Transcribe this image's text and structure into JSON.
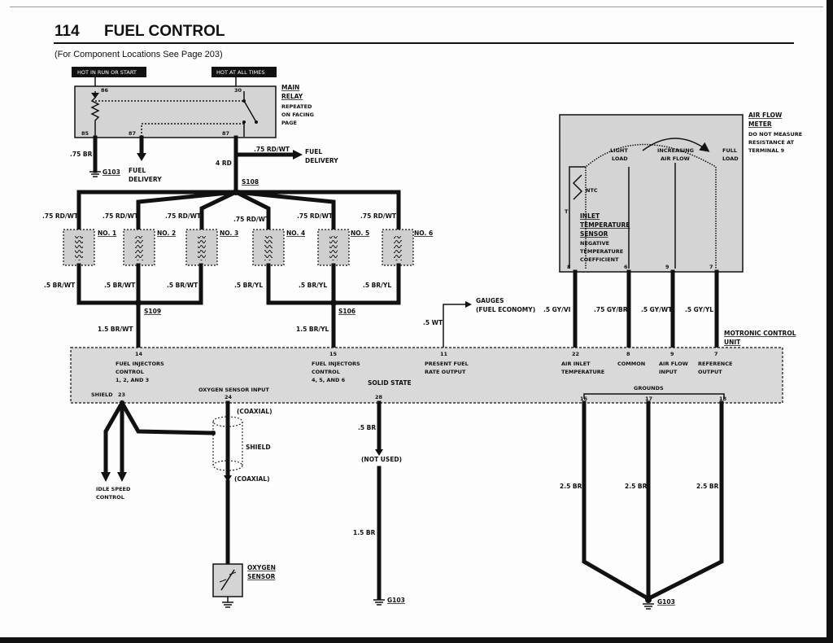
{
  "header": {
    "page_number": "114",
    "title": "FUEL CONTROL",
    "note": "(For Component Locations See Page 203)"
  },
  "relay": {
    "tag_hot_run": "HOT IN RUN OR START",
    "tag_hot_all": "HOT AT ALL TIMES",
    "label_lines": [
      "MAIN",
      "RELAY",
      "REPEATED",
      "ON FACING",
      "PAGE"
    ],
    "pins": [
      "86",
      "85",
      "87",
      "87",
      "30"
    ],
    "wire_85": ".75 BR",
    "ground_85": "G103",
    "fuel_delivery": [
      "FUEL",
      "DELIVERY"
    ],
    "wire_out": "4 RD",
    "wire_branch": ".75 RD/WT",
    "fuel_delivery_right": [
      "FUEL",
      "DELIVERY"
    ]
  },
  "splices": {
    "s108": "S108",
    "s109": "S109",
    "s106": "S106"
  },
  "injectors": {
    "labels": [
      "NO. 1",
      "NO. 2",
      "NO. 3",
      "NO. 4",
      "NO. 5",
      "NO. 6"
    ],
    "feed_wires": [
      ".75 RD/WT",
      ".75 RD/WT",
      ".75 RD/WT",
      ".75 RD/WT",
      ".75 RD/WT",
      ".75 RD/WT"
    ],
    "return_wires": [
      ".5 BR/WT",
      ".5 BR/WT",
      ".5 BR/WT",
      ".5 BR/YL",
      ".5 BR/YL",
      ".5 BR/YL"
    ],
    "bank1_wire": "1.5 BR/WT",
    "bank2_wire": "1.5 BR/YL"
  },
  "afm": {
    "label_lines": [
      "AIR FLOW",
      "METER",
      "DO NOT MEASURE",
      "RESISTANCE AT",
      "TERMINAL 9"
    ],
    "light_load": [
      "LIGHT",
      "LOAD"
    ],
    "full_load": [
      "FULL",
      "LOAD"
    ],
    "increasing": [
      "INCREASING",
      "AIR FLOW"
    ],
    "ntc": "NTC",
    "t": "T",
    "sensor_lines": [
      "INLET",
      "TEMPERATURE",
      "SENSOR",
      "NEGATIVE",
      "TEMPERATURE",
      "COEFFICIENT"
    ],
    "pins": [
      "8",
      "6",
      "9",
      "7"
    ],
    "wires": [
      ".5 GY/VI",
      ".75 GY/BR",
      ".5 GY/WT",
      ".5 GY/YL"
    ]
  },
  "gauges": {
    "label": [
      "GAUGES",
      "(FUEL ECONOMY)"
    ],
    "wire": ".5 WT"
  },
  "ecu": {
    "label": [
      "MOTRONIC CONTROL",
      "UNIT"
    ],
    "solid_state": "SOLID STATE",
    "pins": {
      "p14": "14",
      "p15": "15",
      "p11": "11",
      "p22": "22",
      "p8": "8",
      "p9": "9",
      "p7": "7",
      "p23": "23",
      "p24": "24",
      "p28": "28",
      "p16": "16",
      "p17": "17",
      "p18": "18"
    },
    "term_inj1": [
      "FUEL INJECTORS",
      "CONTROL",
      "1, 2, AND 3"
    ],
    "term_inj2": [
      "FUEL INJECTORS",
      "CONTROL",
      "4, 5, AND 6"
    ],
    "term_fuel_rate": [
      "PRESENT FUEL",
      "RATE OUTPUT"
    ],
    "term_air_inlet": [
      "AIR INLET",
      "TEMPERATURE"
    ],
    "term_common": "COMMON",
    "term_af_input": [
      "AIR FLOW",
      "INPUT"
    ],
    "term_reference": [
      "REFERENCE",
      "OUTPUT"
    ],
    "shield": "SHIELD",
    "o2_input": "OXYGEN SENSOR INPUT",
    "grounds": "GROUNDS"
  },
  "lower": {
    "coaxial_top": "(COAXIAL)",
    "shield": "SHIELD",
    "coaxial_bottom": "(COAXIAL)",
    "idle": [
      "IDLE SPEED",
      "CONTROL"
    ],
    "o2_sensor": [
      "OXYGEN",
      "SENSOR"
    ],
    "wire_28": ".5 BR",
    "not_used": "(NOT USED)",
    "wire_28_low": "1.5 BR",
    "ground_28": "G103",
    "ground_wires": [
      "2.5 BR",
      "2.5 BR",
      "2.5 BR"
    ],
    "ground_main": "G103"
  }
}
